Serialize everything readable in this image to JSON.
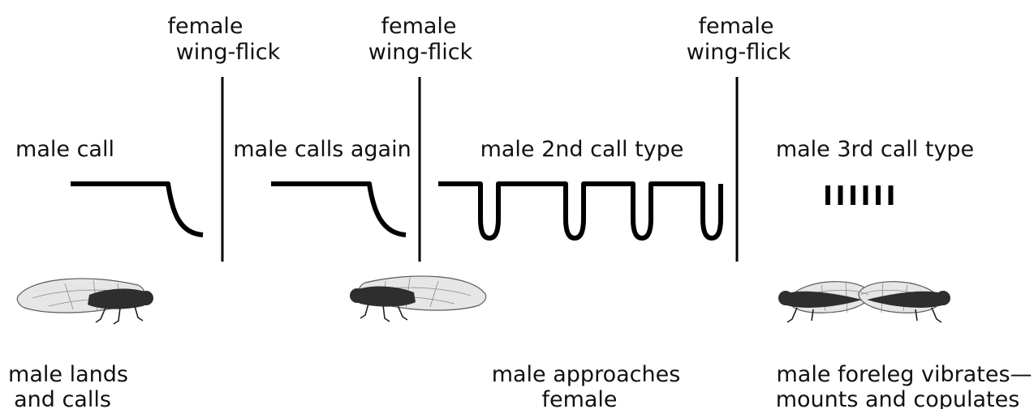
{
  "dividers": [
    {
      "label_line1": "female",
      "label_line2": "wing-flick"
    },
    {
      "label_line1": "female",
      "label_line2": "wing-flick"
    },
    {
      "label_line1": "female",
      "label_line2": "wing-flick"
    }
  ],
  "phases": [
    {
      "call_label": "male call",
      "caption_line1": "male lands",
      "caption_line2": "and calls"
    },
    {
      "call_label": "male calls again"
    },
    {
      "call_label": "male 2nd call type",
      "caption_line1": "male approaches",
      "caption_line2": "female"
    },
    {
      "call_label": "male 3rd call type",
      "caption_line1": "male foreleg vibrates—",
      "caption_line2": "mounts and copulates"
    }
  ],
  "pulse_count": 6,
  "icons": [
    "cicada-icon",
    "cicada-icon",
    "mating-cicadas-icon"
  ]
}
